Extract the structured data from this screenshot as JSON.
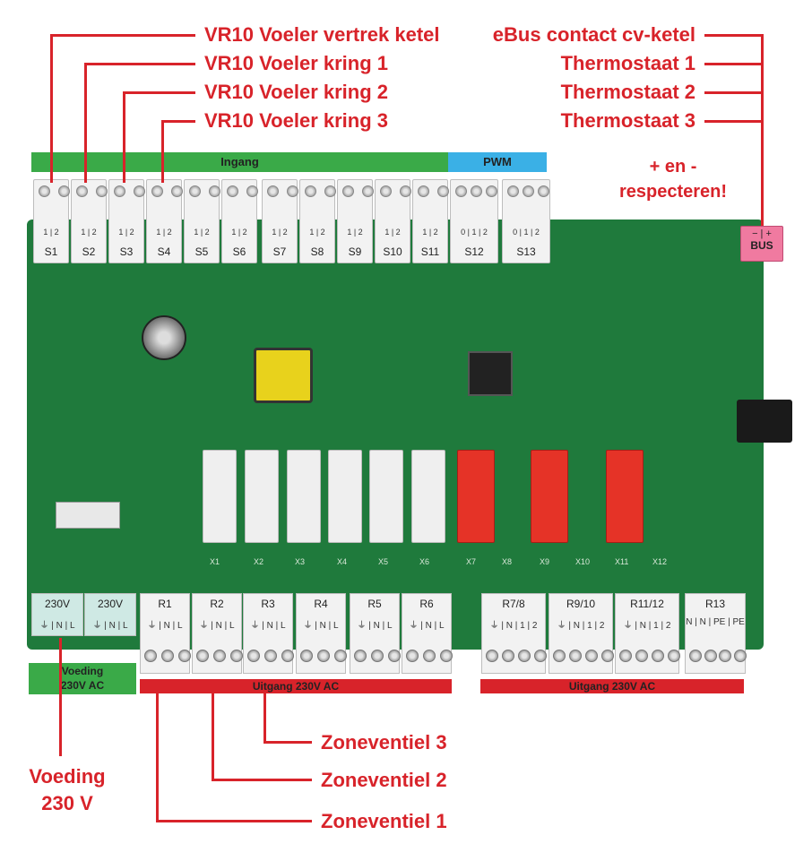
{
  "callouts_top_left": [
    "VR10 Voeler vertrek ketel",
    "VR10 Voeler kring 1",
    "VR10 Voeler kring 2",
    "VR10 Voeler kring 3"
  ],
  "callouts_top_right": [
    "eBus contact cv-ketel",
    "Thermostaat 1",
    "Thermostaat 2",
    "Thermostaat 3"
  ],
  "polarity_note_line1": "+ en -",
  "polarity_note_line2": "respecteren!",
  "bars": {
    "ingang": "Ingang",
    "pwm": "PWM",
    "voeding_line1": "Voeding",
    "voeding_line2": "230V AC",
    "uitgang_left": "Uitgang 230V AC",
    "uitgang_right": "Uitgang 230V AC"
  },
  "bus_connector": {
    "polarity": "− | +",
    "label": "BUS"
  },
  "top_terminals": [
    {
      "label": "S1",
      "pins": "1 | 2"
    },
    {
      "label": "S2",
      "pins": "1 | 2"
    },
    {
      "label": "S3",
      "pins": "1 | 2"
    },
    {
      "label": "S4",
      "pins": "1 | 2"
    },
    {
      "label": "S5",
      "pins": "1 | 2"
    },
    {
      "label": "S6",
      "pins": "1 | 2"
    },
    {
      "label": "S7",
      "pins": "1 | 2"
    },
    {
      "label": "S8",
      "pins": "1 | 2"
    },
    {
      "label": "S9",
      "pins": "1 | 2"
    },
    {
      "label": "S10",
      "pins": "1 | 2"
    },
    {
      "label": "S11",
      "pins": "1 | 2"
    },
    {
      "label": "S12",
      "pins": "0 | 1 | 2"
    },
    {
      "label": "S13",
      "pins": "0 | 1 | 2"
    }
  ],
  "bottom_terminals": [
    {
      "label": "230V",
      "pins": "⏚ | N | L"
    },
    {
      "label": "230V",
      "pins": "⏚ | N | L"
    },
    {
      "label": "R1",
      "pins": "⏚ | N | L"
    },
    {
      "label": "R2",
      "pins": "⏚ | N | L"
    },
    {
      "label": "R3",
      "pins": "⏚ | N | L"
    },
    {
      "label": "R4",
      "pins": "⏚ | N | L"
    },
    {
      "label": "R5",
      "pins": "⏚ | N | L"
    },
    {
      "label": "R6",
      "pins": "⏚ | N | L"
    },
    {
      "label": "R7/8",
      "pins": "⏚ | N | 1 | 2"
    },
    {
      "label": "R9/10",
      "pins": "⏚ | N | 1 | 2"
    },
    {
      "label": "R11/12",
      "pins": "⏚ | N | 1 | 2"
    },
    {
      "label": "R13",
      "pins": "N | N | PE | PE"
    }
  ],
  "relay_labels": [
    "X1",
    "X2",
    "X3",
    "X4",
    "X5",
    "X6",
    "X7",
    "X8",
    "X9",
    "X10",
    "X11",
    "X12"
  ],
  "callouts_bottom": {
    "zone3": "Zoneventiel 3",
    "zone2": "Zoneventiel 2",
    "zone1": "Zoneventiel 1",
    "voeding_line1": "Voeding",
    "voeding_line2": "230 V"
  },
  "colors": {
    "callout_red": "#d8232a",
    "ingang_green": "#3aaa48",
    "pwm_blue": "#3ab0e6",
    "pcb_green": "#1f7a3c",
    "bus_pink": "#f07aa0"
  }
}
